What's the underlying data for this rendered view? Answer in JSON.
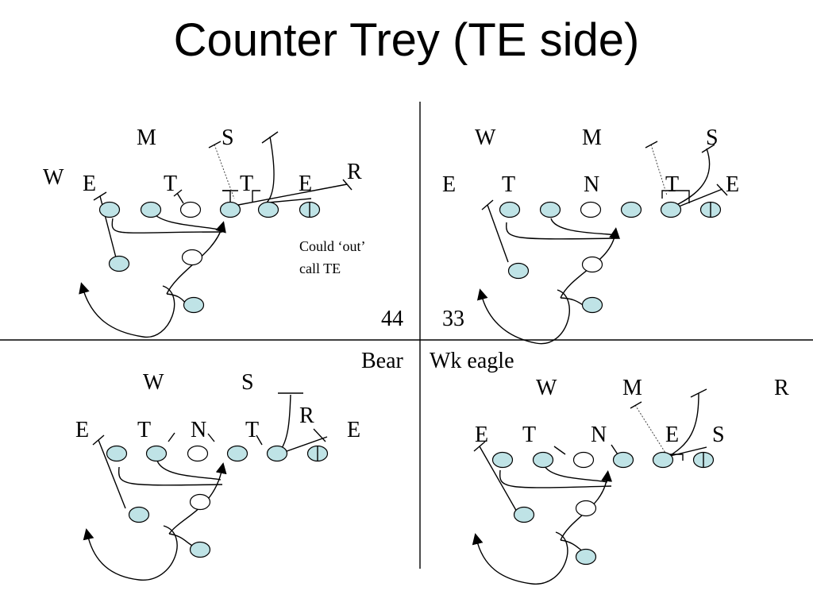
{
  "title": "Counter Trey (TE side)",
  "note": [
    "Could ‘out’",
    "call TE"
  ],
  "labels": {
    "left_num": "44",
    "right_num": "33",
    "bottom_left_front": "Bear",
    "bottom_right_front": "Wk eagle"
  },
  "tl": {
    "E1": "E",
    "T1": "T",
    "T2": "T",
    "E2": "E",
    "W": "W",
    "M": "M",
    "S": "S",
    "R": "R"
  },
  "tr": {
    "E1": "E",
    "T1": "T",
    "N": "N",
    "T2": "T",
    "E2": "E",
    "W": "W",
    "M": "M",
    "S": "S"
  },
  "bl": {
    "E1": "E",
    "T1": "T",
    "N": "N",
    "T2": "T",
    "E2": "E",
    "W": "W",
    "S": "S",
    "R": "R"
  },
  "br": {
    "E1": "E",
    "T1": "T",
    "N": "N",
    "E2": "E",
    "S2": "S",
    "W": "W",
    "M": "M",
    "R": "R"
  },
  "colors": {
    "player_fill": "#bfe3e6",
    "center_fill": "#ffffff",
    "line": "#000000"
  }
}
